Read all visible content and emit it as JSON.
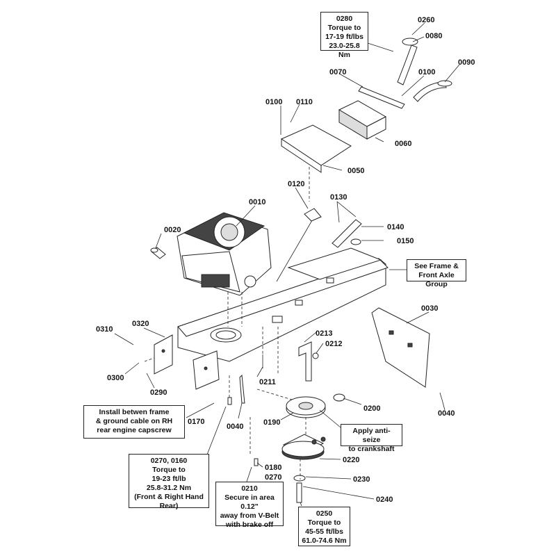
{
  "callouts": {
    "c0280": "0280",
    "c0260": "0260",
    "c0080": "0080",
    "c0070": "0070",
    "c0100a": "0100",
    "c0090": "0090",
    "c0100b": "0100",
    "c0110": "0110",
    "c0060": "0060",
    "c0050": "0050",
    "c0120": "0120",
    "c0010": "0010",
    "c0130": "0130",
    "c0020": "0020",
    "c0140": "0140",
    "c0150": "0150",
    "c0030": "0030",
    "c0310": "0310",
    "c0320": "0320",
    "c0213": "0213",
    "c0212": "0212",
    "c0300": "0300",
    "c0211": "0211",
    "c0290": "0290",
    "c0200": "0200",
    "c0040a": "0040",
    "c0170": "0170",
    "c0040b": "0040",
    "c0190": "0190",
    "c0220": "0220",
    "c0180": "0180",
    "c0270": "0270",
    "c0230": "0230",
    "c0240": "0240"
  },
  "notes": {
    "torque_0280": {
      "title": "0280",
      "lines": [
        "Torque to",
        "17-19 ft/lbs",
        "23.0-25.8 Nm"
      ]
    },
    "frame_group": {
      "lines": [
        "See Frame &",
        "Front Axle Group"
      ]
    },
    "ground_cable": {
      "lines": [
        "Install betwen frame",
        "& ground cable on RH",
        "rear engine capscrew"
      ]
    },
    "anti_seize": {
      "lines": [
        "Apply anti-seize",
        "to crankshaft"
      ]
    },
    "torque_0270": {
      "title": "0270, 0160",
      "lines": [
        "Torque to",
        "19-23 ft/lb",
        "25.8-31.2 Nm",
        "(Front & Right Hand Rear)"
      ]
    },
    "secure_0210": {
      "title": "0210",
      "lines": [
        "Secure in area 0.12\"",
        "away from V-Belt",
        "with brake off"
      ]
    },
    "torque_0250": {
      "title": "0250",
      "lines": [
        "Torque to",
        "45-55 ft/lbs",
        "61.0-74.6 Nm"
      ]
    }
  }
}
